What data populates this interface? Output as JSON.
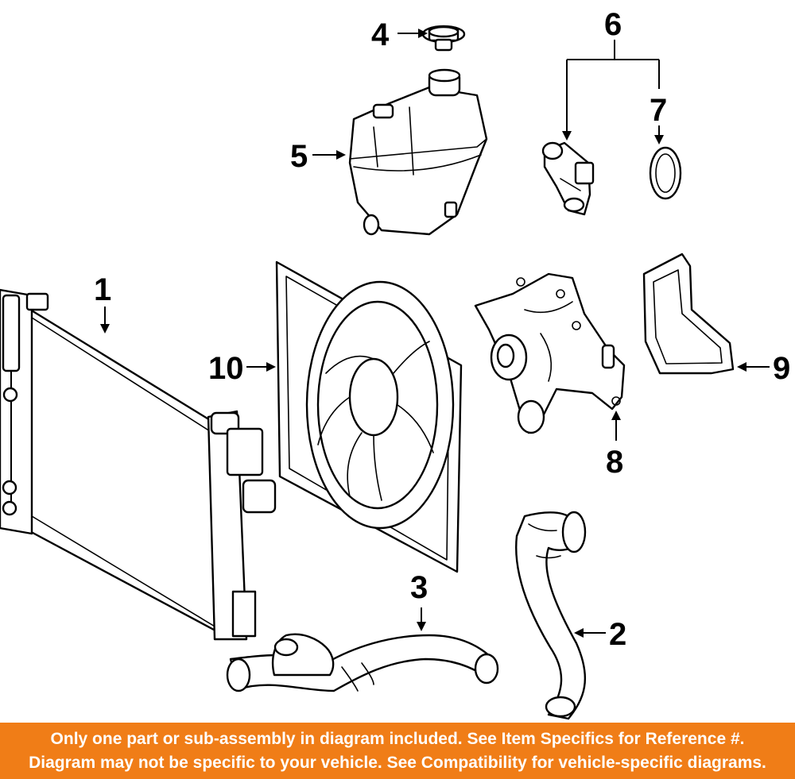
{
  "callouts": {
    "c1": "1",
    "c2": "2",
    "c3": "3",
    "c4": "4",
    "c5": "5",
    "c6": "6",
    "c7": "7",
    "c8": "8",
    "c9": "9",
    "c10": "10"
  },
  "banner": {
    "line1": "Only one part or sub-assembly in diagram included. See Item Specifics for Reference #.",
    "line2": "Diagram may not be specific to your vehicle. See Compatibility for vehicle-specific diagrams."
  },
  "colors": {
    "banner_background": "#f07d17",
    "banner_text": "#ffffff",
    "line_art": "#000000"
  }
}
